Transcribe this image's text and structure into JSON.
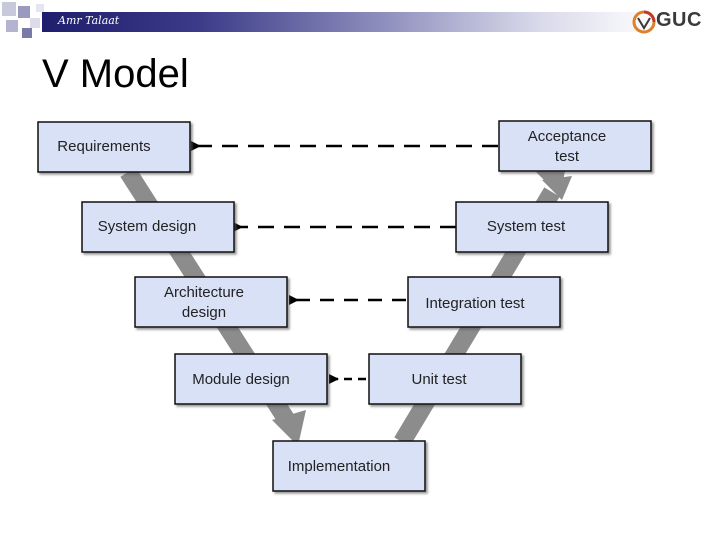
{
  "header": {
    "author": "Amr Talaat",
    "logo_text": "GUC"
  },
  "slide": {
    "title": "V Model"
  },
  "diagram": {
    "left_phases": [
      "Requirements",
      "System design",
      "Architecture design",
      "Module design"
    ],
    "bottom_phase": "Implementation",
    "right_phases": [
      "Acceptance test",
      "System test",
      "Integration test",
      "Unit test"
    ]
  },
  "colors": {
    "box_fill": "#d9e1f7",
    "arrow_gray": "#8c8c8c",
    "header_dark": "#1e1e6e"
  }
}
